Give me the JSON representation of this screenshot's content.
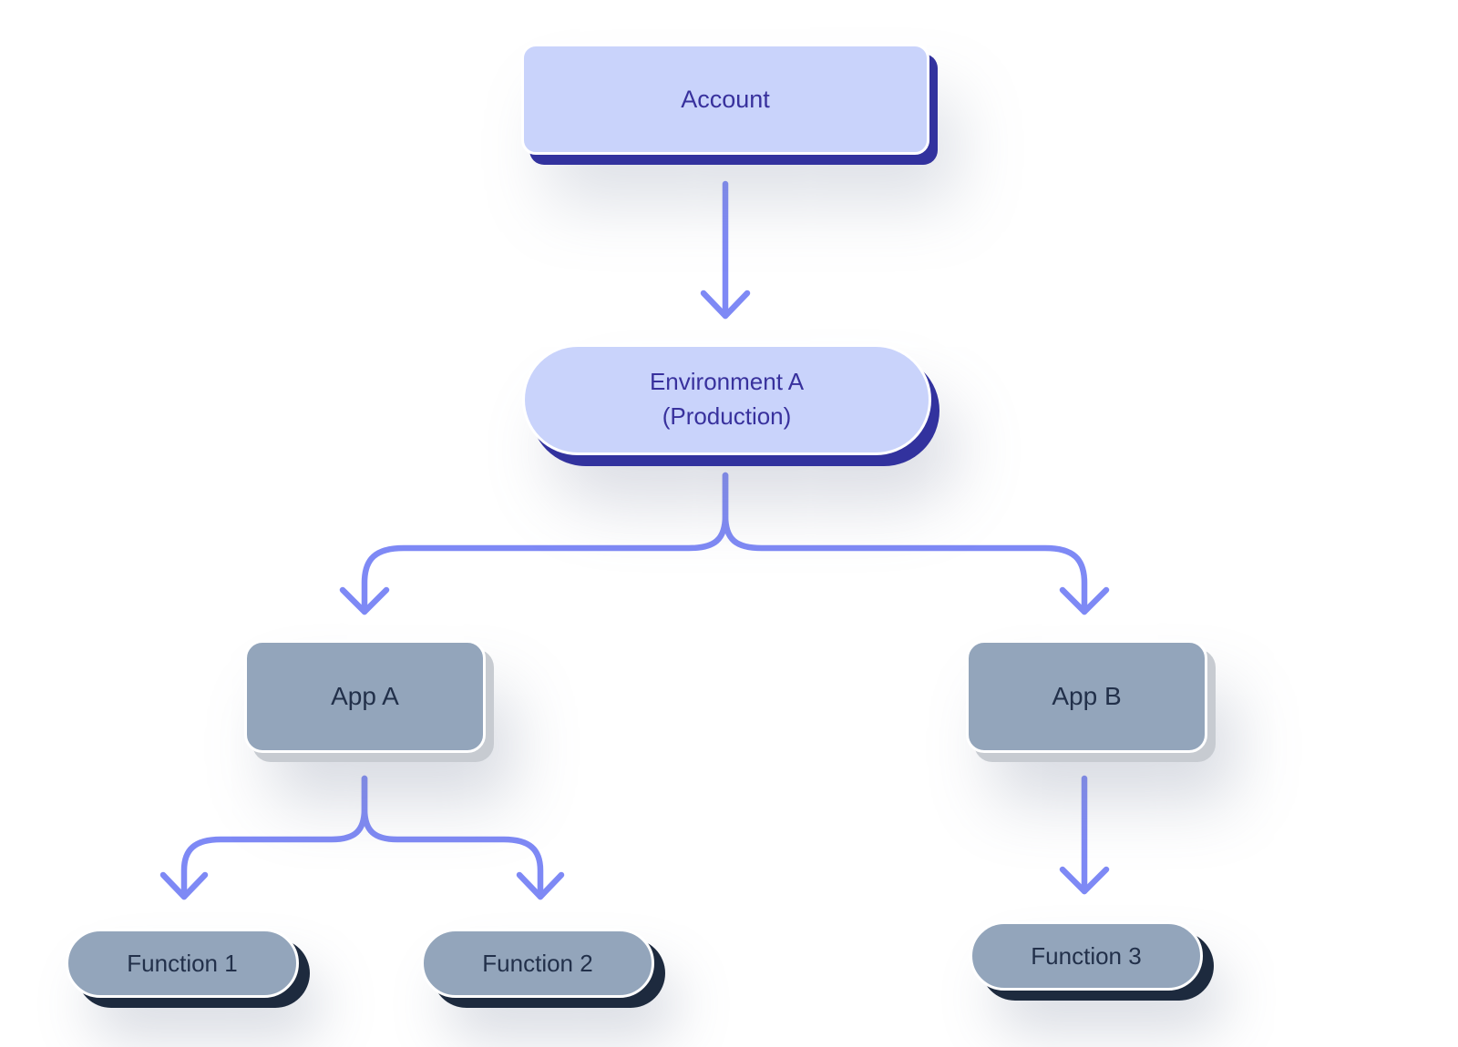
{
  "diagram": {
    "nodes": {
      "account": {
        "label": "Account"
      },
      "environment_a": {
        "label_line1": "Environment A",
        "label_line2": "(Production)"
      },
      "app_a": {
        "label": "App A"
      },
      "app_b": {
        "label": "App B"
      },
      "function_1": {
        "label": "Function 1"
      },
      "function_2": {
        "label": "Function 2"
      },
      "function_3": {
        "label": "Function 3"
      }
    },
    "edges": [
      {
        "from": "account",
        "to": "environment_a"
      },
      {
        "from": "environment_a",
        "to": "app_a"
      },
      {
        "from": "environment_a",
        "to": "app_b"
      },
      {
        "from": "app_a",
        "to": "function_1"
      },
      {
        "from": "app_a",
        "to": "function_2"
      },
      {
        "from": "app_b",
        "to": "function_3"
      }
    ],
    "colors": {
      "background": "#ffffff",
      "edge": "#7e89f5",
      "primary_node_fill": "#c9d3fb",
      "primary_node_text": "#38319d",
      "primary_node_shadow": "#32329e",
      "secondary_node_fill": "#93a5bb",
      "secondary_node_text": "#22304a",
      "app_node_shadow": "#c7cbd1",
      "function_node_shadow": "#1d2a3e",
      "node_border": "#ffffff"
    }
  }
}
